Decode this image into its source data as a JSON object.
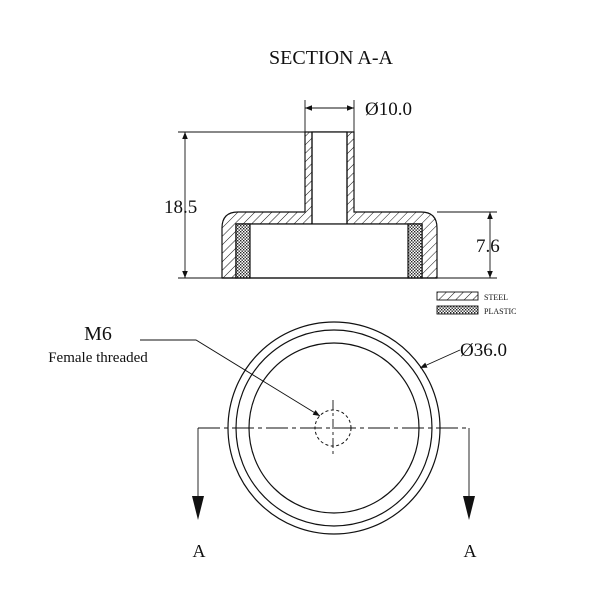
{
  "title": "SECTION A-A",
  "dimensions": {
    "stud_diameter": "Ø10.0",
    "total_height": "18.5",
    "base_height": "7.6",
    "outer_diameter": "Ø36.0"
  },
  "legend": {
    "steel": "STEEL",
    "plastic": "PLASTIC"
  },
  "thread": {
    "size": "M6",
    "description": "Female threaded"
  },
  "section_marks": {
    "left": "A",
    "right": "A"
  },
  "colors": {
    "line": "#111111",
    "background": "#ffffff"
  }
}
